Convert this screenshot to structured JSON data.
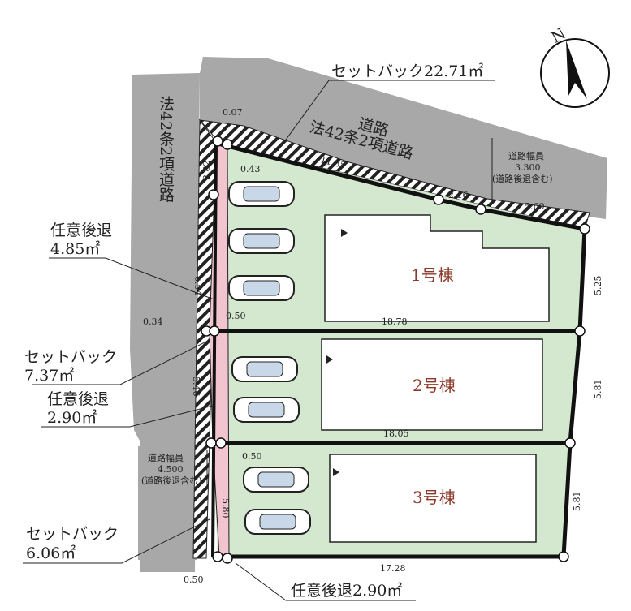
{
  "roads": {
    "west": {
      "label": "法42条2項道路"
    },
    "north": {
      "line1": "道路",
      "line2": "法42条2項道路"
    },
    "north_width": {
      "title": "道路幅員",
      "value": "3.300",
      "note": "(道路後退含む)"
    },
    "south_width": {
      "title": "道路幅員",
      "value": "4.500",
      "note": "(道路後退含む)"
    }
  },
  "callouts": {
    "setback_north": "セットバック22.71㎡",
    "optional_1": {
      "line1": "任意後退",
      "line2": "4.85㎡"
    },
    "setback_west": {
      "line1": "セットバック",
      "line2": "7.37㎡"
    },
    "optional_2": {
      "line1": "任意後退",
      "line2": "2.90㎡"
    },
    "setback_south": {
      "line1": "セットバック",
      "line2": "6.06㎡"
    },
    "optional_3": "任意後退2.90㎡"
  },
  "buildings": [
    {
      "name": "1号棟"
    },
    {
      "name": "2号棟"
    },
    {
      "name": "3号棟"
    }
  ],
  "dimensions": {
    "d007": "0.07",
    "d043": "0.43",
    "d1135": "11.35",
    "d216": "2.16",
    "d560": "5.60",
    "d282": "2.82",
    "d694": "6.94",
    "d525": "5.25",
    "d034": "0.34",
    "d050a": "0.50",
    "d1878": "18.78",
    "d546": "5.46",
    "d581a": "5.81",
    "d1805": "18.05",
    "d050b": "0.50",
    "d580": "5.80",
    "d581b": "5.81",
    "d1728": "17.28",
    "d050c": "0.50"
  },
  "compass": {
    "label": "N"
  },
  "colors": {
    "lot": "#d4e8d0",
    "road": "#a8a8a8",
    "strip": "#f2c4cf"
  }
}
